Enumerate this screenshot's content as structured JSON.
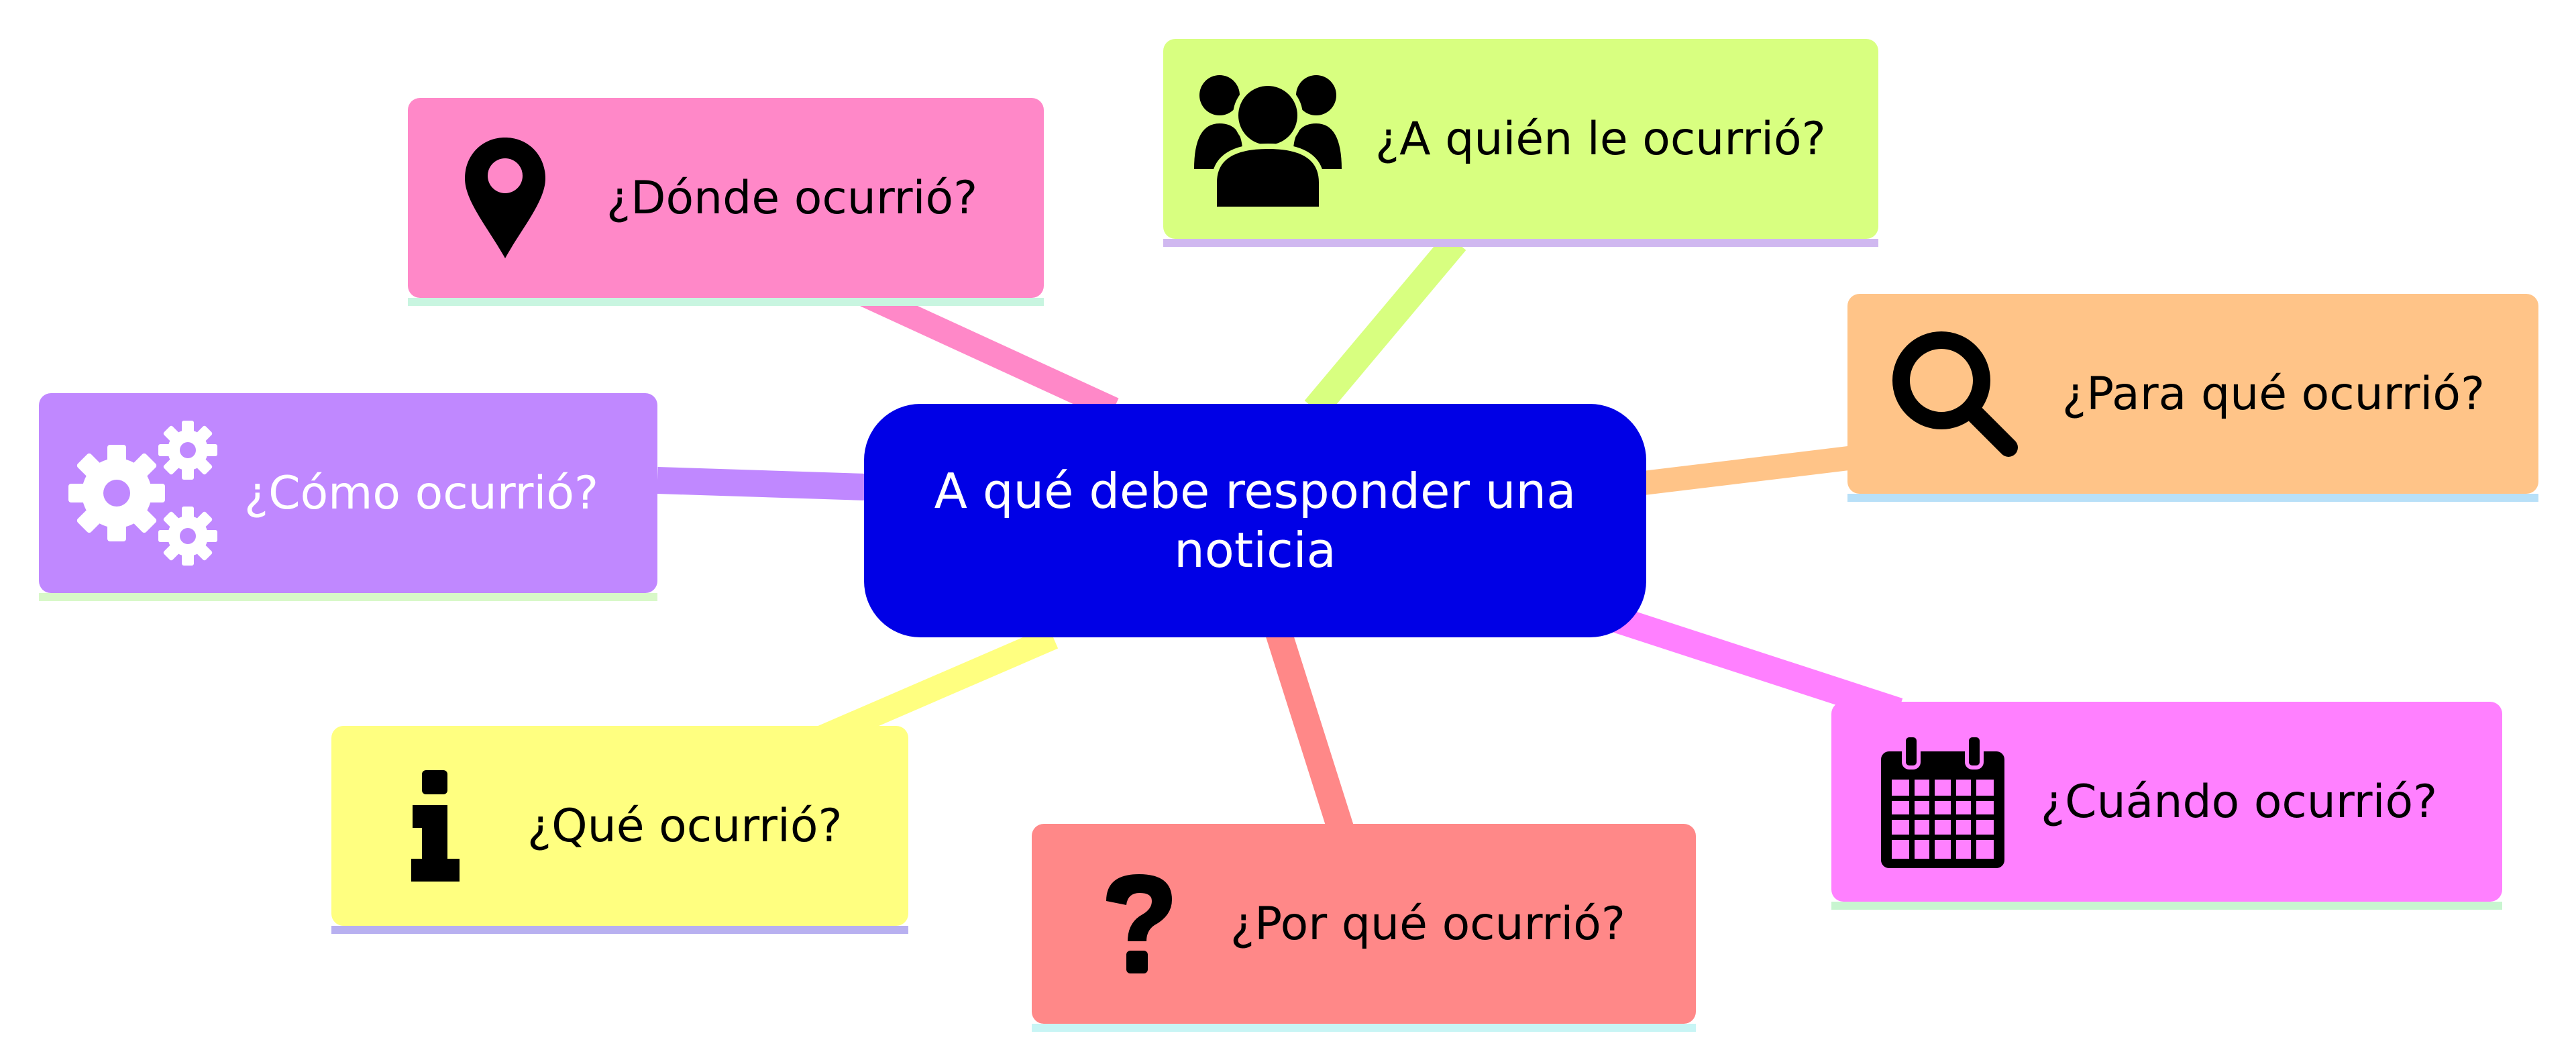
{
  "title": "A qué debe responder una noticia",
  "branches": [
    {
      "id": "donde",
      "label": "¿Dónde ocurrió?",
      "icon": "map-pin-icon",
      "color": "#ff88c8",
      "edge_color": "#ff88c8",
      "underline_color": "#c8f5e0"
    },
    {
      "id": "quien",
      "label": "¿A quién le ocurrió?",
      "icon": "users-icon",
      "color": "#d8ff80",
      "edge_color": "#d8ff80",
      "underline_color": "#d0b8f0"
    },
    {
      "id": "para_que",
      "label": "¿Para qué ocurrió?",
      "icon": "search-icon",
      "color": "#ffc488",
      "edge_color": "#ffc488",
      "underline_color": "#b8e0f8"
    },
    {
      "id": "como",
      "label": "¿Cómo ocurrió?",
      "icon": "gears-icon",
      "color": "#c088ff",
      "edge_color": "#c088ff",
      "underline_color": "#d8f8c8",
      "text_color": "#ffffff"
    },
    {
      "id": "cuando",
      "label": "¿Cuándo ocurrió?",
      "icon": "calendar-icon",
      "color": "#ff80ff",
      "edge_color": "#ff80ff",
      "underline_color": "#c8f5d0"
    },
    {
      "id": "que",
      "label": "¿Qué ocurrió?",
      "icon": "info-icon",
      "color": "#ffff80",
      "edge_color": "#ffff80",
      "underline_color": "#b8b0f0"
    },
    {
      "id": "por_que",
      "label": "¿Por qué ocurrió?",
      "icon": "question-icon",
      "color": "#ff8888",
      "edge_color": "#ff8888",
      "underline_color": "#c8f5f5"
    }
  ]
}
